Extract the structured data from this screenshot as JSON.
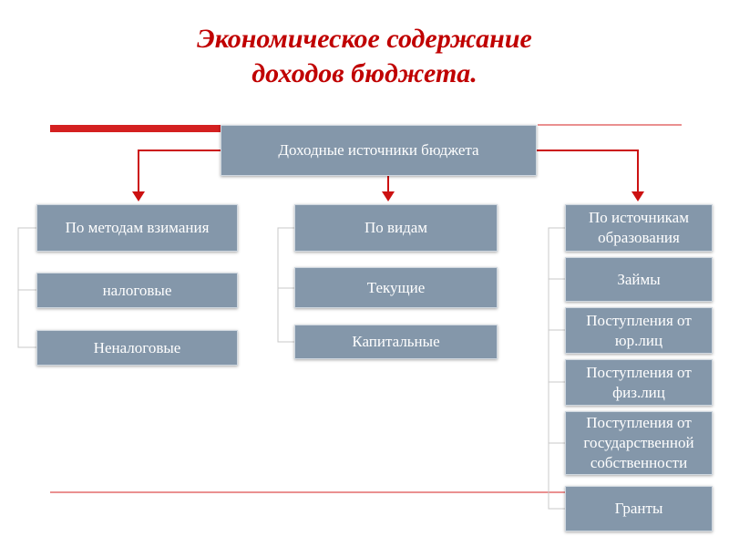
{
  "title": {
    "line1": "Экономическое содержание",
    "line2": "доходов бюджета."
  },
  "colors": {
    "title": "#c00000",
    "box": "#8497aa",
    "arrow": "#cc1111",
    "rule": "#d42020",
    "connector": "#c8c8c8"
  },
  "root": {
    "label": "Доходные источники бюджета"
  },
  "left": {
    "header": "По методам взимания",
    "items": [
      "налоговые",
      "Неналоговые"
    ]
  },
  "middle": {
    "header": "По видам",
    "items": [
      "Текущие",
      "Капитальные"
    ]
  },
  "right": {
    "header": "По источникам образования",
    "items": [
      "Займы",
      "Поступления от юр.лиц",
      "Поступления от физ.лиц",
      "Поступления от государственной собственности",
      "Гранты"
    ]
  }
}
